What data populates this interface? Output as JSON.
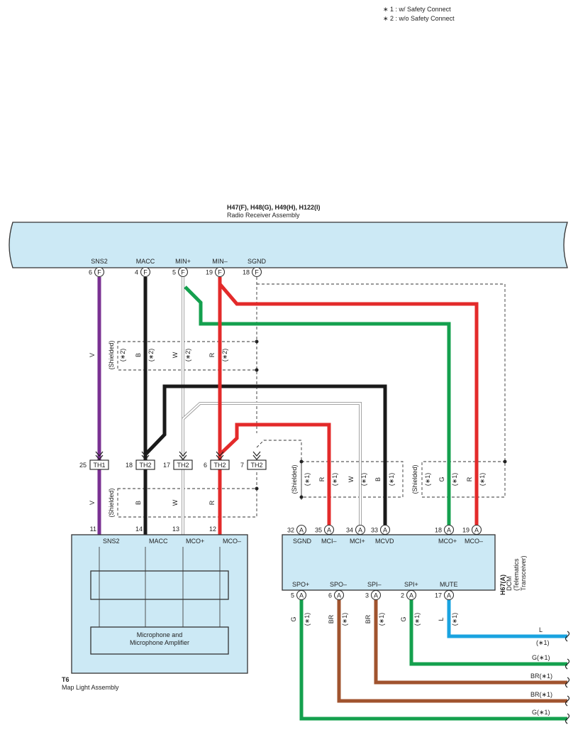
{
  "notes": [
    "∗ 1 : w/ Safety Connect",
    "∗ 2 : w/o Safety Connect"
  ],
  "radio": {
    "code": "H47(F), H48(G), H49(H), H122(I)",
    "name": "Radio Receiver Assembly",
    "pins": [
      {
        "id": "sns2",
        "label": "SNS2",
        "num": "6",
        "conn": "F"
      },
      {
        "id": "macc",
        "label": "MACC",
        "num": "4",
        "conn": "F"
      },
      {
        "id": "minp",
        "label": "MIN+",
        "num": "5",
        "conn": "F"
      },
      {
        "id": "minm",
        "label": "MIN–",
        "num": "19",
        "conn": "F"
      },
      {
        "id": "sgnd",
        "label": "SGND",
        "num": "18",
        "conn": "F"
      }
    ]
  },
  "wire_labels_upper": [
    {
      "id": "v",
      "color": "V"
    },
    {
      "id": "shielded",
      "text": "(Shielded)",
      "note": "(∗2)"
    },
    {
      "id": "b",
      "color": "B",
      "note": "(∗2)"
    },
    {
      "id": "w",
      "color": "W",
      "note": "(∗2)"
    },
    {
      "id": "r",
      "color": "R",
      "note": "(∗2)"
    }
  ],
  "junctions": [
    {
      "id": "th1",
      "num": "25",
      "label": "TH1"
    },
    {
      "id": "th2a",
      "num": "18",
      "label": "TH2"
    },
    {
      "id": "th2b",
      "num": "17",
      "label": "TH2"
    },
    {
      "id": "th2c",
      "num": "6",
      "label": "TH2"
    },
    {
      "id": "th2d",
      "num": "7",
      "label": "TH2"
    }
  ],
  "wire_labels_lower": [
    {
      "id": "v",
      "color": "V"
    },
    {
      "id": "shielded",
      "text": "(Shielded)"
    },
    {
      "id": "b",
      "color": "B"
    },
    {
      "id": "w",
      "color": "W"
    },
    {
      "id": "r",
      "color": "R"
    }
  ],
  "map_light": {
    "code": "T6",
    "name": "Map Light Assembly",
    "inner_label": "Microphone and Microphone Amplifier",
    "pins": [
      {
        "id": "sns2",
        "label": "SNS2",
        "num": "11"
      },
      {
        "id": "macc",
        "label": "MACC",
        "num": "14"
      },
      {
        "id": "mcop",
        "label": "MCO+",
        "num": "13"
      },
      {
        "id": "mcom",
        "label": "MCO–",
        "num": "12"
      }
    ]
  },
  "dcm_upper_labels": [
    {
      "id": "shielded1",
      "text": "(Shielded)",
      "note": "(∗1)"
    },
    {
      "id": "r1",
      "color": "R",
      "note": "(∗1)"
    },
    {
      "id": "w1",
      "color": "W",
      "note": "(∗1)"
    },
    {
      "id": "b1",
      "color": "B",
      "note": "(∗1)"
    },
    {
      "id": "shielded2",
      "text": "(Shielded)",
      "note": "(∗1)"
    },
    {
      "id": "g1",
      "color": "G",
      "note": "(∗1)"
    },
    {
      "id": "r2",
      "color": "R",
      "note": "(∗1)"
    }
  ],
  "dcm": {
    "code": "H67(A)",
    "name": "DCM (Telematics Transceiver)",
    "top_pins": [
      {
        "id": "sgnd",
        "label": "SGND",
        "num": "32",
        "conn": "A"
      },
      {
        "id": "mcim",
        "label": "MCI–",
        "num": "35",
        "conn": "A"
      },
      {
        "id": "mcip",
        "label": "MCI+",
        "num": "34",
        "conn": "A"
      },
      {
        "id": "mcvd",
        "label": "MCVD",
        "num": "33",
        "conn": "A"
      },
      {
        "id": "mcop",
        "label": "MCO+",
        "num": "18",
        "conn": "A"
      },
      {
        "id": "mcom",
        "label": "MCO–",
        "num": "19",
        "conn": "A"
      }
    ],
    "bottom_pins": [
      {
        "id": "spop",
        "label": "SPO+",
        "num": "5",
        "conn": "A",
        "wire": "G",
        "note": "(∗1)"
      },
      {
        "id": "spom",
        "label": "SPO–",
        "num": "6",
        "conn": "A",
        "wire": "BR",
        "note": "(∗1)"
      },
      {
        "id": "spim",
        "label": "SPI–",
        "num": "3",
        "conn": "A",
        "wire": "BR",
        "note": "(∗1)"
      },
      {
        "id": "spip",
        "label": "SPI+",
        "num": "2",
        "conn": "A",
        "wire": "G",
        "note": "(∗1)"
      },
      {
        "id": "mute",
        "label": "MUTE",
        "num": "17",
        "conn": "A",
        "wire": "L",
        "note": "(∗1)"
      }
    ]
  },
  "outputs": [
    {
      "id": "l",
      "label": "L",
      "note": "(∗1)"
    },
    {
      "id": "g1",
      "label": "G(∗1)"
    },
    {
      "id": "br1",
      "label": "BR(∗1)"
    },
    {
      "id": "br2",
      "label": "BR(∗1)"
    },
    {
      "id": "g2",
      "label": "G(∗1)"
    }
  ],
  "colors": {
    "violet": "#7a3192",
    "black": "#1a1a1a",
    "white_wire": "#bdbdbd",
    "red": "#e32a2a",
    "green": "#14a04e",
    "brown": "#a0532e",
    "blue": "#19a3e0",
    "box_fill": "#cce9f5"
  }
}
